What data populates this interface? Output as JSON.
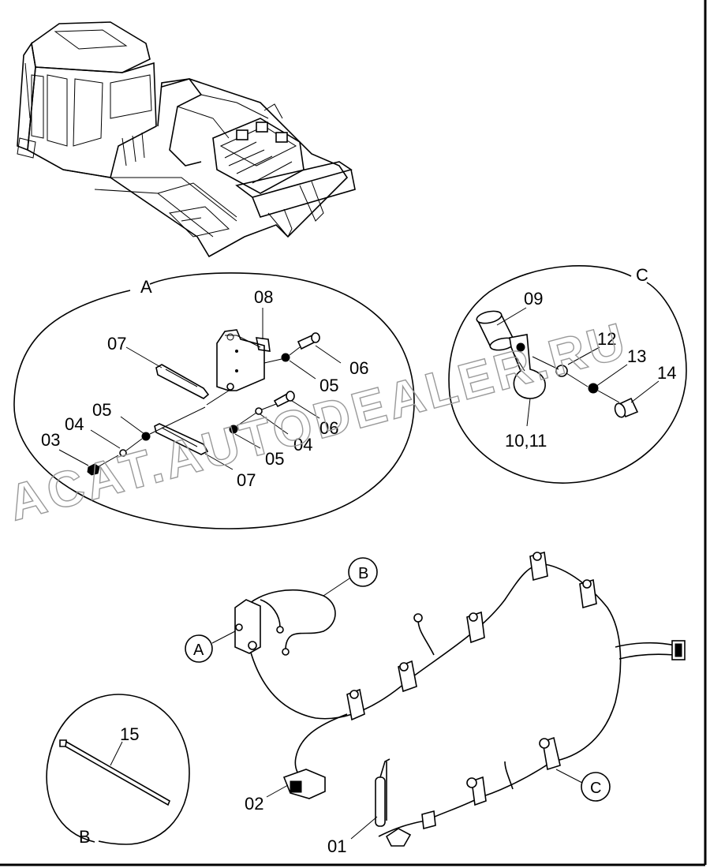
{
  "watermark": "ACAT.AUTODEALER.RU",
  "detail_titles": {
    "a": "A",
    "b": "B",
    "c": "C"
  },
  "callouts": {
    "a": "A",
    "b": "B",
    "c": "C"
  },
  "part_labels": {
    "p01": "01",
    "p02": "02",
    "p03": "03",
    "p04a": "04",
    "p04b": "04",
    "p05a": "05",
    "p05b": "05",
    "p05c": "05",
    "p06a": "06",
    "p06b": "06",
    "p07a": "07",
    "p07b": "07",
    "p08": "08",
    "p09": "09",
    "p10_11": "10,11",
    "p12": "12",
    "p13": "13",
    "p14": "14",
    "p15": "15"
  },
  "colors": {
    "line": "#000000",
    "watermark": "#9a9a9a",
    "background": "#ffffff"
  }
}
